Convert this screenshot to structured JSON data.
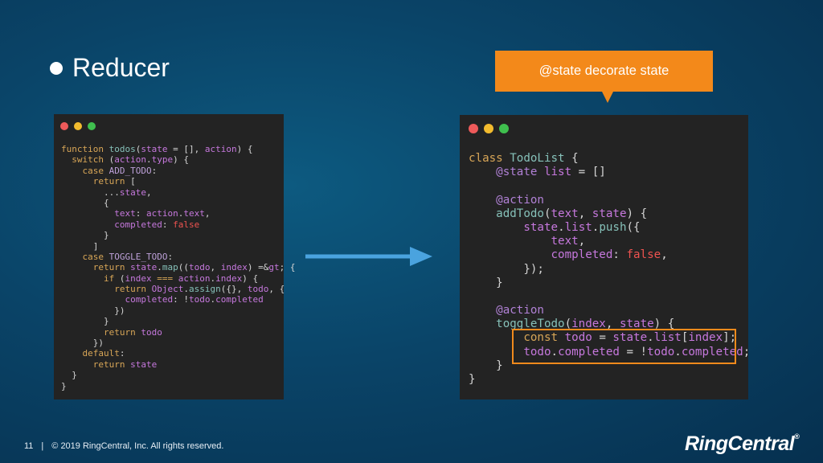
{
  "slide": {
    "title": "Reducer",
    "callout": "@state decorate state"
  },
  "footer": {
    "page_number": "11",
    "separator": "|",
    "copyright": "© 2019 RingCentral, Inc.  All rights reserved."
  },
  "logo": {
    "text": "RingCentral",
    "mark": "®"
  },
  "code_left": {
    "lines": [
      "function todos(state = [], action) {",
      "  switch (action.type) {",
      "    case ADD_TODO:",
      "      return [",
      "        ...state,",
      "        {",
      "          text: action.text,",
      "          completed: false",
      "        }",
      "      ]",
      "    case TOGGLE_TODO:",
      "      return state.map((todo, index) => {",
      "        if (index === action.index) {",
      "          return Object.assign({}, todo, {",
      "            completed: !todo.completed",
      "          })",
      "        }",
      "        return todo",
      "      })",
      "    default:",
      "      return state",
      "  }",
      "}"
    ]
  },
  "code_right": {
    "lines": [
      "class TodoList {",
      "    @state list = []",
      "",
      "    @action",
      "    addTodo(text, state) {",
      "        state.list.push({",
      "            text,",
      "            completed: false,",
      "        });",
      "    }",
      "",
      "    @action",
      "    toggleTodo(index, state) {",
      "        const todo = state.list[index];",
      "        todo.completed = !todo.completed;",
      "    }",
      "}"
    ]
  },
  "colors": {
    "accent": "#f3891a",
    "arrow": "#4aa3df",
    "background": "#0a4468"
  }
}
